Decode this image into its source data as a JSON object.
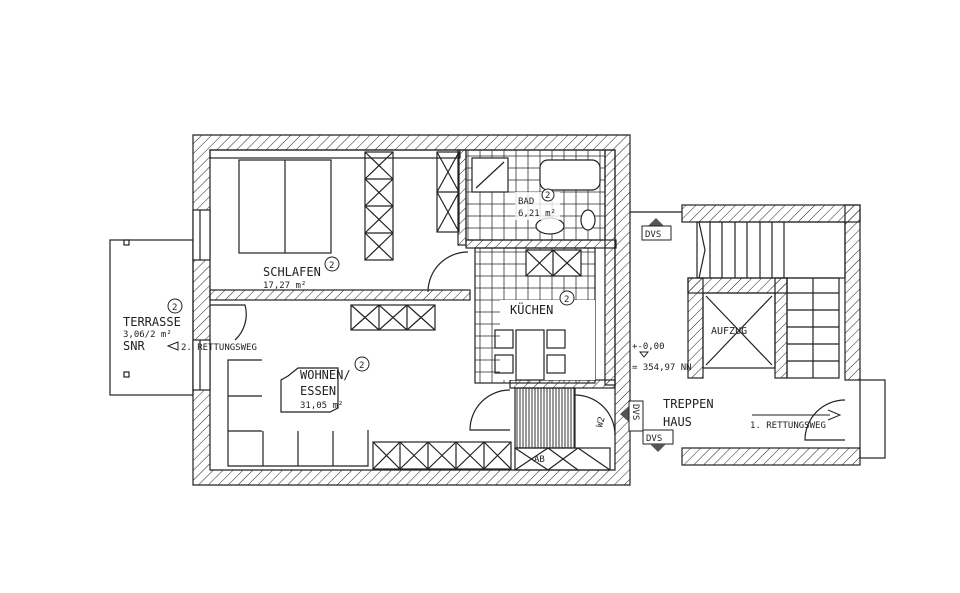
{
  "plan": {
    "line_color": "#222222",
    "rooms": {
      "schlafen": {
        "name": "SCHLAFEN",
        "area": "17,27 m²",
        "marker": "2"
      },
      "bad": {
        "name": "BAD",
        "area": "6,21 m²",
        "marker": "2"
      },
      "kuechen": {
        "name": "KÜCHEN",
        "marker": "2"
      },
      "wohnen": {
        "name": "WOHNEN/",
        "name2": "ESSEN",
        "area": "31,05 m²",
        "marker": "2"
      },
      "terrasse": {
        "name": "TERRASSE",
        "area": "3,06/2 m²",
        "extra": "SNR",
        "marker": "2"
      },
      "aufzug": {
        "name": "AUFZUG"
      },
      "treppenhaus": {
        "name": "TREPPEN",
        "name2": "HAUS"
      },
      "ab": {
        "name": "AB"
      }
    },
    "escape_routes": {
      "second": "2. RETTUNGSWEG",
      "first": "1. RETTUNGSWEG"
    },
    "level": {
      "relative": "+-0,00",
      "absolute": "= 354,97 NN"
    },
    "dvs_label": "DVS",
    "w2_label": "W2"
  }
}
